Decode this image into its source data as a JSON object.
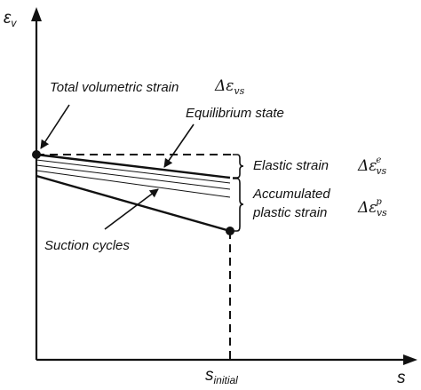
{
  "axes": {
    "y_label_main": "ε",
    "y_label_sub": "v",
    "x_label": "s",
    "x_tick_main": "s",
    "x_tick_sub": "initial"
  },
  "labels": {
    "total_volumetric_strain": "Total volumetric strain",
    "equilibrium_state": "Equilibrium state",
    "elastic_strain": "Elastic strain",
    "accumulated_line1": "Accumulated",
    "accumulated_line2": "plastic strain",
    "suction_cycles": "Suction cycles"
  },
  "symbols": {
    "delta": "Δ",
    "epsilon": "ε",
    "vs_sub": "vs",
    "elastic_sup": "e",
    "plastic_sup": "p"
  }
}
